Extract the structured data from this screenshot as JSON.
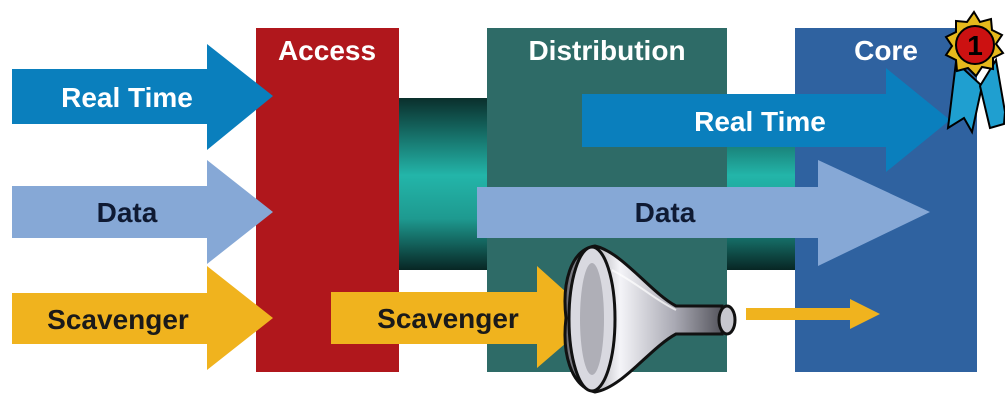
{
  "layers": {
    "access": {
      "label": "Access",
      "color": "#b0171c"
    },
    "distribution": {
      "label": "Distribution",
      "color": "#2e6b67"
    },
    "core": {
      "label": "Core",
      "color": "#2f62a0"
    }
  },
  "traffic": {
    "real_time": {
      "label": "Real Time",
      "color": "#0a7fbd"
    },
    "data": {
      "label": "Data",
      "color": "#86a8d6"
    },
    "scavenger": {
      "label": "Scavenger",
      "color": "#f0b31e"
    }
  },
  "badge": {
    "number": "1",
    "icon": "award-ribbon-icon",
    "color": "#cc1111"
  },
  "filter_icon": "funnel-icon",
  "pipe_color": "#1fa59c"
}
